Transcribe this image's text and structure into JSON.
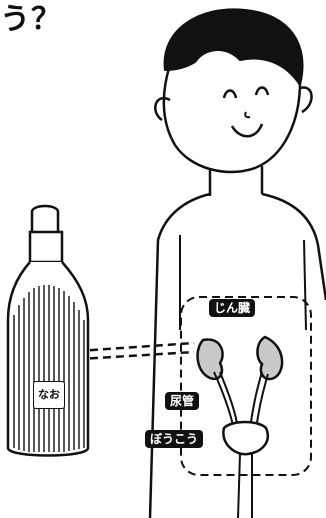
{
  "header": {
    "title_fragment": "う？"
  },
  "labels": {
    "kidney": "じん臓",
    "ureter": "尿管",
    "bladder": "ぼうこう",
    "bottle": "なお"
  },
  "colors": {
    "ink": "#111111",
    "organ_fill": "#c9c9c9",
    "background": "#ffffff"
  }
}
